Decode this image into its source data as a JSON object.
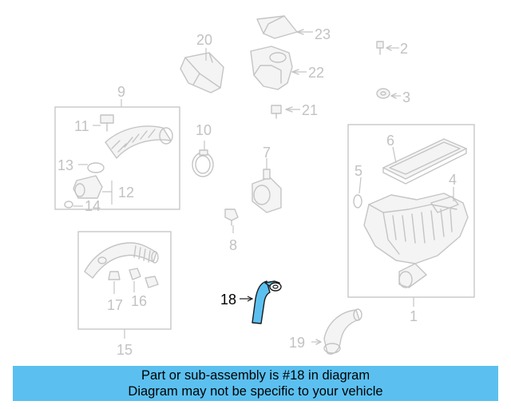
{
  "callouts": {
    "c1": "1",
    "c2": "2",
    "c3": "3",
    "c4": "4",
    "c5": "5",
    "c6": "6",
    "c7": "7",
    "c8": "8",
    "c9": "9",
    "c10": "10",
    "c11": "11",
    "c12": "12",
    "c13": "13",
    "c14": "14",
    "c15": "15",
    "c16": "16",
    "c17": "17",
    "c18": "18",
    "c19": "19",
    "c20": "20",
    "c21": "21",
    "c22": "22",
    "c23": "23"
  },
  "highlighted_part": "18",
  "colors": {
    "highlight_part": "#5bc0f0",
    "banner_background": "#5bc0f0",
    "faded_lines": "#c4c4c4"
  },
  "banner": {
    "line1": "Part or sub-assembly is #18 in diagram",
    "line2": "Diagram may not be specific to your vehicle"
  }
}
